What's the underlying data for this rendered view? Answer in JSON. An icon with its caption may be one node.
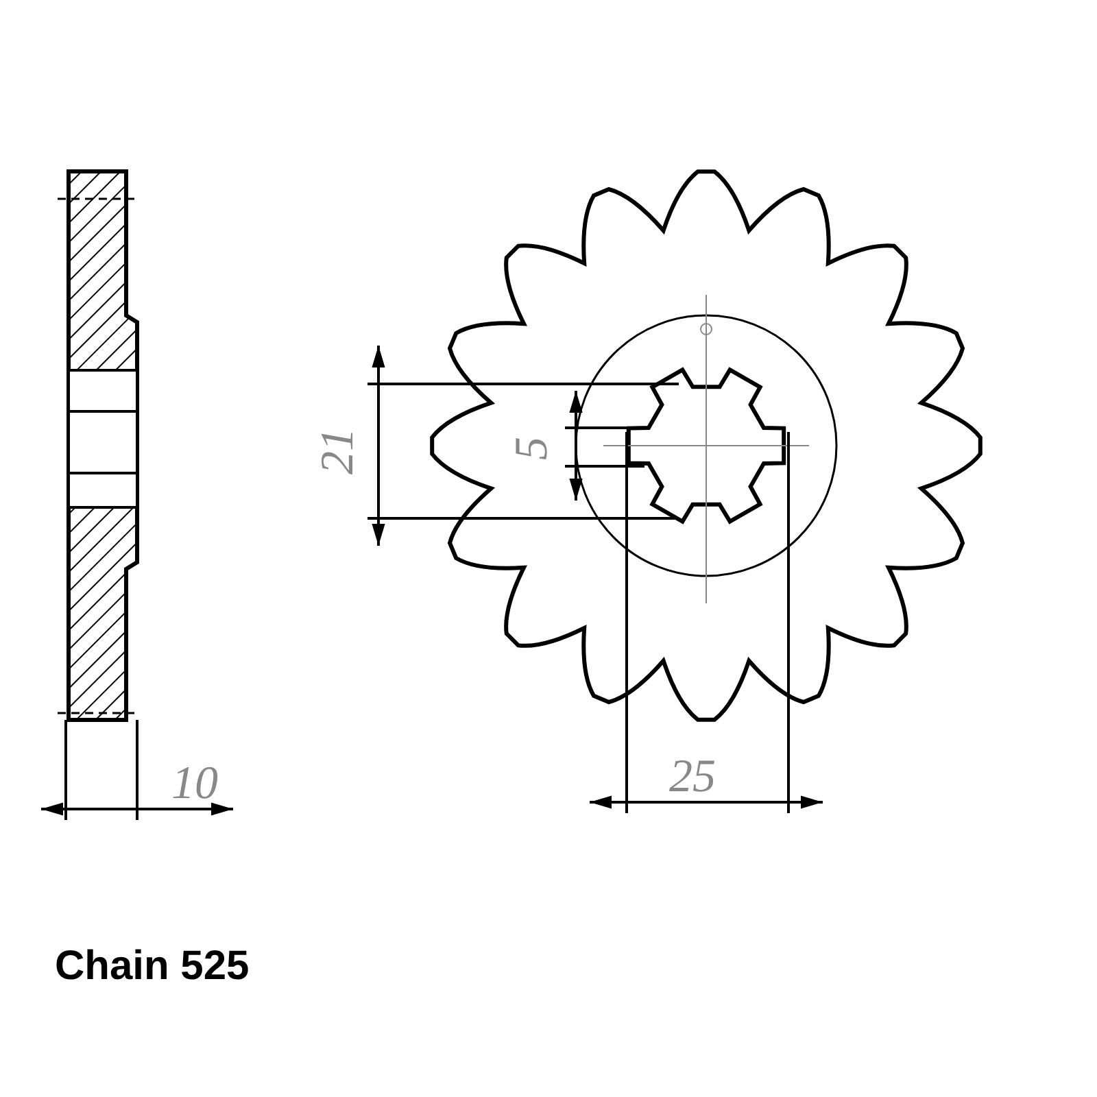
{
  "diagram": {
    "labels": [
      "21",
      "5",
      "10",
      "25",
      "Chain 525"
    ]
  }
}
